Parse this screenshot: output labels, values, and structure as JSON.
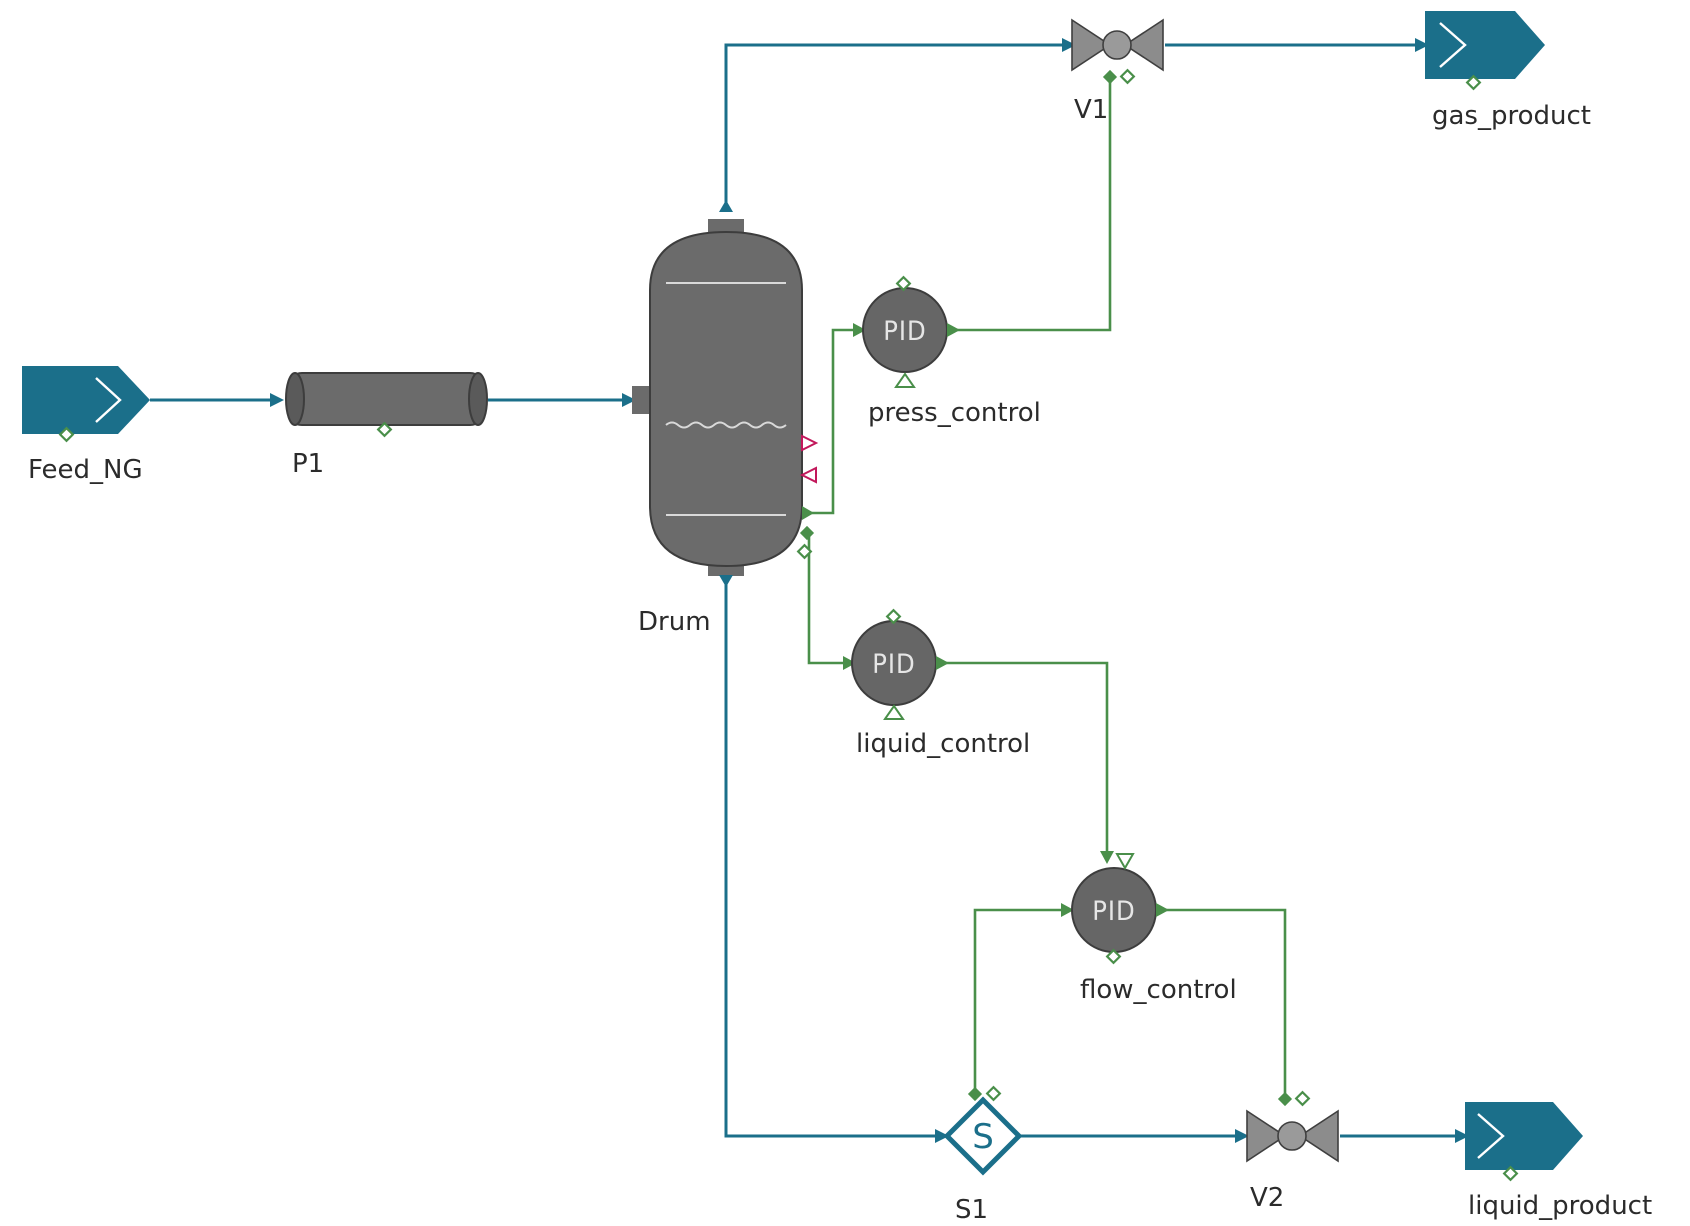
{
  "blocks": {
    "feed": "Feed_NG",
    "pipe": "P1",
    "drum": "Drum",
    "valve_top": "V1",
    "gas_product": "gas_product",
    "press_control": "press_control",
    "liquid_control": "liquid_control",
    "flow_control": "flow_control",
    "sensor": "S1",
    "sensor_symbol": "S",
    "valve_bottom": "V2",
    "liquid_product": "liquid_product"
  },
  "pid_label": "PID",
  "colors": {
    "stream": "#1b6f8a",
    "signal": "#4a8f4a",
    "equipment": "#6b6b6b",
    "level_alarm": "#c2185b"
  }
}
